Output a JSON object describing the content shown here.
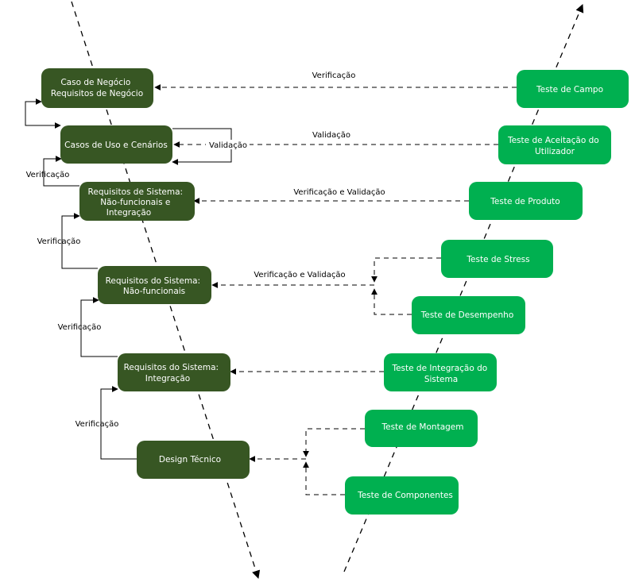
{
  "colors": {
    "left_node": "#375623",
    "right_node": "#00B050",
    "line": "#000000",
    "text_light": "#ffffff",
    "text_dark": "#000000"
  },
  "left_nodes": [
    {
      "id": "caso-negocio",
      "lines": [
        "Caso de Negócio",
        "Requisitos de Negócio"
      ]
    },
    {
      "id": "casos-uso",
      "lines": [
        "Casos de Uso e Cenários"
      ]
    },
    {
      "id": "requisitos-sistema-1",
      "lines": [
        "Requisitos de Sistema:",
        "Não-funcionais e",
        "Integração"
      ]
    },
    {
      "id": "requisitos-sistema-nf",
      "lines": [
        "Requisitos do Sistema:",
        "Não-funcionais"
      ]
    },
    {
      "id": "requisitos-sistema-int",
      "lines": [
        "Requisitos do Sistema:",
        "Integração"
      ]
    },
    {
      "id": "design-tecnico",
      "lines": [
        "Design Técnico"
      ]
    }
  ],
  "right_nodes": [
    {
      "id": "teste-campo",
      "lines": [
        "Teste de Campo"
      ]
    },
    {
      "id": "teste-aceitacao",
      "lines": [
        "Teste de Aceitação do",
        "Utilizador"
      ]
    },
    {
      "id": "teste-produto",
      "lines": [
        "Teste de Produto"
      ]
    },
    {
      "id": "teste-stress",
      "lines": [
        "Teste de Stress"
      ]
    },
    {
      "id": "teste-desempenho",
      "lines": [
        "Teste de Desempenho"
      ]
    },
    {
      "id": "teste-integracao",
      "lines": [
        "Teste de Integração do",
        "Sistema"
      ]
    },
    {
      "id": "teste-montagem",
      "lines": [
        "Teste de Montagem"
      ]
    },
    {
      "id": "teste-componentes",
      "lines": [
        "Teste de Componentes"
      ]
    }
  ],
  "edge_labels": [
    {
      "id": "campo-verificacao",
      "text": "Verificação"
    },
    {
      "id": "aceitacao-validacao",
      "text": "Validação"
    },
    {
      "id": "self-validacao",
      "text": "Validação"
    },
    {
      "id": "produto-verif-valid",
      "text": "Verificação e Validação"
    },
    {
      "id": "stress-verif-valid",
      "text": "Verificação e Validação"
    },
    {
      "id": "left-verif-1",
      "text": "Verificação"
    },
    {
      "id": "left-verif-2",
      "text": "Verificação"
    },
    {
      "id": "left-verif-3",
      "text": "Verificação"
    },
    {
      "id": "left-verif-4",
      "text": "Verificação"
    }
  ]
}
